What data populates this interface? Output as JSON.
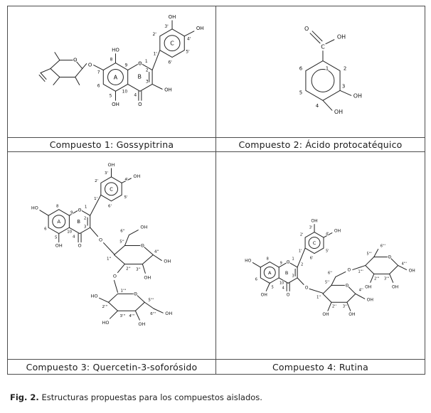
{
  "page": {
    "fig_label": "Fig. 2.",
    "fig_caption": "Estructuras propuestas para los compuestos aislados."
  },
  "captions": {
    "c1": "Compuesto 1: Gossypitrina",
    "c2": "Compuesto 2: Ácido protocatéquico",
    "c3": "Compuesto 3: Quercetin-3-soforósido",
    "c4": "Compuesto 4: Rutina"
  },
  "c1": {
    "ringA": "A",
    "ringB": "B",
    "ringC": "C",
    "o_ring": "O",
    "o_ketone": "O",
    "o_glyco": "O",
    "o_sugar": "O",
    "ho_8": "HO",
    "oh_5": "OH",
    "oh_3": "OH",
    "oh_3p": "OH",
    "oh_4p": "OH",
    "n1": "1",
    "n2": "2",
    "n3": "3",
    "n4": "4",
    "n5": "5",
    "n6": "6",
    "n7": "7",
    "n8": "8",
    "n9": "9",
    "n10": "10",
    "n1p": "1'",
    "n2p": "2'",
    "n3p": "3'",
    "n4p": "4'",
    "n5p": "5'",
    "n6p": "6'"
  },
  "c2": {
    "o_carbonyl": "O",
    "c_carboxyl": "C",
    "oh_carboxyl": "OH",
    "oh_3": "OH",
    "oh_4": "OH",
    "n1": "1",
    "n2": "2",
    "n3": "3",
    "n4": "4",
    "n5": "5",
    "n6": "6"
  },
  "c3": {
    "ringA": "A",
    "ringB": "B",
    "ringC": "C",
    "ho_7": "HO",
    "oh_5": "OH",
    "o_ring": "O",
    "o_ketone": "O",
    "n1": "1",
    "n2": "2",
    "n3": "3",
    "n4": "4",
    "n5": "5",
    "n6": "6",
    "n8": "8",
    "n9": "9",
    "n10": "10",
    "n1p": "1'",
    "n2p": "2'",
    "n3p": "3'",
    "n4p": "4'",
    "n5p": "5'",
    "n6p": "6'",
    "oh_3p": "OH",
    "oh_4p": "OH",
    "o_glyco": "O",
    "o_g1ring": "O",
    "o_link": "O",
    "o_g2ring": "O",
    "n1pp": "1''",
    "n2pp": "2''",
    "n3pp": "3''",
    "n4pp": "4''",
    "n5pp": "5''",
    "n6pp": "6''",
    "oh_3pp": "OH",
    "oh_4pp": "OH",
    "oh_6pp": "OH",
    "n1ppp": "1'''",
    "n2ppp": "2'''",
    "n3ppp": "3'''",
    "n4ppp": "4'''",
    "n5ppp": "5'''",
    "n6ppp": "6'''",
    "ho_2ppp": "HO",
    "ho_3ppp": "HO",
    "oh_4ppp": "OH",
    "oh_6ppp": "OH"
  },
  "c4": {
    "ringA": "A",
    "ringB": "B",
    "ringC": "C",
    "ho_7": "HO",
    "oh_5": "OH",
    "o_ring": "O",
    "o_ketone": "O",
    "n1": "1",
    "n2": "2",
    "n3": "3",
    "n4": "4",
    "n5": "5",
    "n6": "6",
    "n8": "8",
    "n9": "9",
    "n10": "10",
    "n1p": "1'",
    "n2p": "2'",
    "n3p": "3'",
    "n4p": "4'",
    "n5p": "5'",
    "n6p": "6'",
    "oh_3p": "OH",
    "oh_4p": "OH",
    "o_glyco": "O",
    "o_g1ring": "O",
    "o_link": "O",
    "o_g2ring": "O",
    "n1pp": "1''",
    "n2pp": "2''",
    "n3pp": "3''",
    "n4pp": "4''",
    "n5pp": "5''",
    "n6pp": "6''",
    "oh_2pp": "OH",
    "oh_3pp": "OH",
    "oh_4pp": "OH",
    "n1ppp": "1'''",
    "n2ppp": "2'''",
    "n3ppp": "3'''",
    "n4ppp": "4'''",
    "n5ppp": "5'''",
    "n6ppp": "6'''",
    "oh_2ppp": "OH",
    "oh_3ppp": "OH",
    "oh_4ppp": "OH"
  }
}
